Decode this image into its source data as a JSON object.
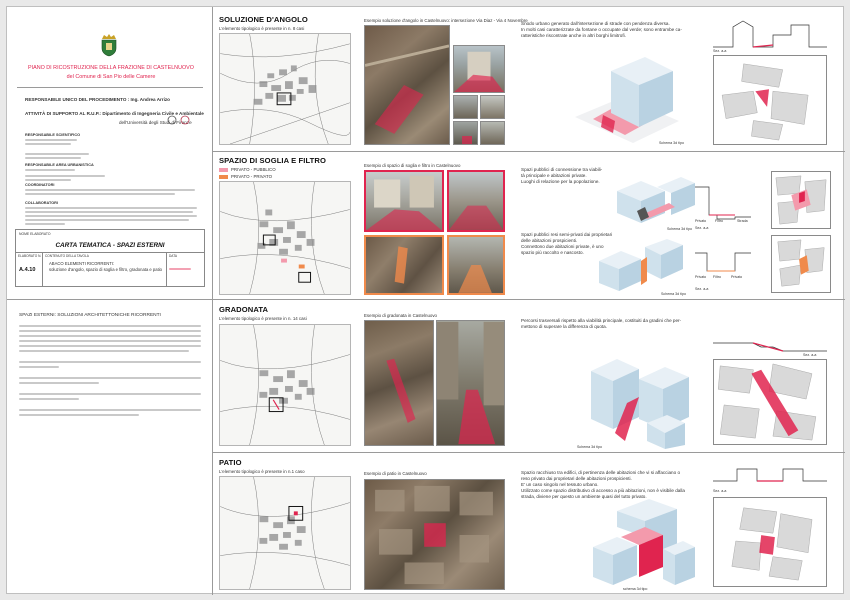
{
  "colors": {
    "accent_red": "#e0244f",
    "private_orange": "#f08a4b",
    "pink_public": "#f39aac",
    "block_blue": "#bcd7e6"
  },
  "header": {
    "emblem": "municipal-crest-icon",
    "title_line_1": "PIANO DI RICOSTRUZIONE DELLA FRAZIONE DI CASTELNUOVO",
    "title_line_2": "del Comune di San Pio delle Camere",
    "responsabile": "RESPONSABILE UNICO DEL PROCEDIMENTO : Ing. Andrea Arrizo",
    "supporto": "ATTIVITÀ DI SUPPORTO AL R.U.P.: Dipartimento di Ingegneria Civile e Ambientale",
    "universita": "dell'Università degli Studi di Firenze"
  },
  "credits_labels": [
    "RESPONSABILE SCIENTIFICO",
    "RESPONSABILE AREA URBANISTICA",
    "COORDINATORI",
    "COLLABORATORI"
  ],
  "title_block": {
    "nome_label": "NOME ELABORATO",
    "nome": "CARTA TEMATICA - SPAZI ESTERNI",
    "elaborato_label": "ELABORATO N.",
    "number": "A.4.10",
    "contenuto_label": "CONTENUTO DELLA TAVOLA",
    "contenuto_title": "ABACO ELEMENTI RICORRENTI:",
    "contenuto_text": "soluzione d'angolo, spazio di soglia e filtro, gradonata e patio",
    "data_label": "DATA"
  },
  "left_text": {
    "heading": "SPAZI ESTERNI: SOLUZIONI ARCHITETTONICHE RICORRENTI"
  },
  "sections": [
    {
      "title": "SOLUZIONE D'ANGOLO",
      "map_caption": "L'elemento tipologico è presente in n. 8 casi",
      "photo_caption": "Esempio soluzione d'angolo in Castelnuovo: intersezione Via Diaz - Via 4 Novembre",
      "desc": [
        "Snodo urbano generato dall'intersezione di strade con pendenza diversa.",
        "In molti casi caratterizzate da fontane o occupate dal verde; sono entrambe ca-",
        "ratteristiche riscontrate anche in altri borghi limitrofi."
      ],
      "schema": "Schema 3d tipo",
      "sec": "Sez. a-a"
    },
    {
      "title": "SPAZIO DI SOGLIA E FILTRO",
      "legend": [
        {
          "label": "PRIVATO - PUBBLICO"
        },
        {
          "label": "PRIVATO - PRIVATO"
        }
      ],
      "photo_caption": "Esempio di spazio di soglia e filtro in Castelnuovo",
      "desc": [
        "Spazi pubblici di connessione tra viabili-",
        "tà principale e abitazioni private.",
        "Luoghi di relazione per la popolazione."
      ],
      "desc2": [
        "Spazi pubblici resi semi-privati dai proprietari",
        "delle abitazioni prospicienti.",
        "Connettono due abitazioni private, è uno",
        "spazio più raccolto e nascosto."
      ],
      "labels_1": [
        "Privato",
        "Filtro",
        "Strada"
      ],
      "labels_2": [
        "Privato",
        "Filtro",
        "Privato"
      ],
      "schema": "Schema 3d tipo",
      "sec": "Sez. a-a"
    },
    {
      "title": "GRADONATA",
      "map_caption": "L'elemento tipologico è presente in n. 14 casi",
      "photo_caption": "Esempio di gradonata in Castelnuovo",
      "desc": [
        "Percorsi trasversali rispetto alla viabilità principale, costituiti da gradini che per-",
        "mettono di superare la differenza di quota."
      ],
      "schema": "Schema 3d tipo",
      "sec": "Sez. a-a"
    },
    {
      "title": "PATIO",
      "map_caption": "L'elemento tipologico è presente in n.1 caso",
      "photo_caption": "Esempio di patio in Castelnuovo",
      "desc": [
        "Spazio racchiuso tra edifici, di pertinenza delle abitazioni che vi si affacciano o",
        "reso privato dai proprietari delle abitazioni prospicienti.",
        "E' un caso singolo nel tessuto urbano.",
        "Utilizzato come spazio distributivo di accesso a più abitazioni, non è visibile dalla",
        "strada, diviene per questo un ambiente quasi del tutto privato."
      ],
      "schema": "schema 3d tipo",
      "sec": "Sez. a-a"
    }
  ]
}
